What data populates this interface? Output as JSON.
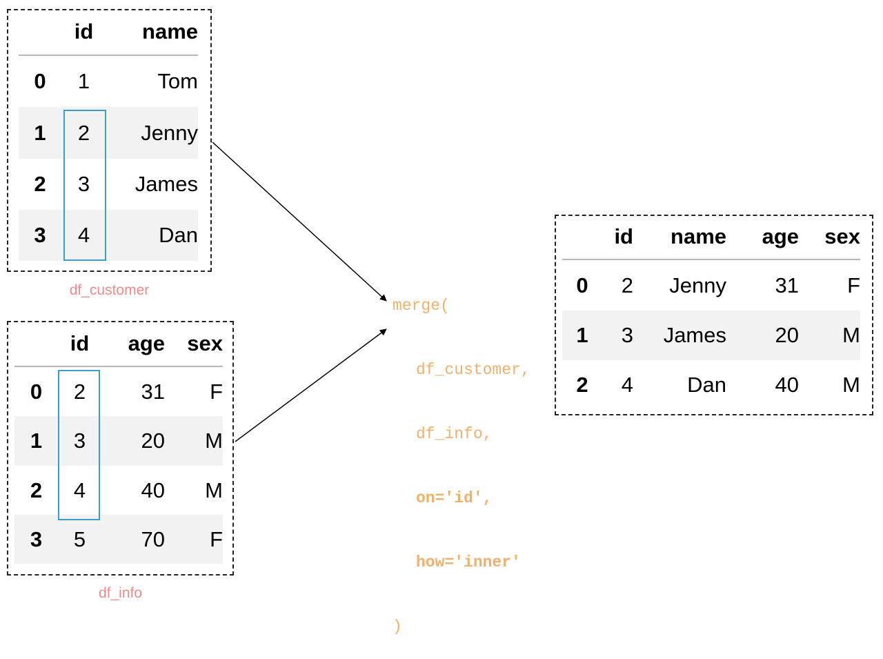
{
  "df_customer": {
    "caption": "df_customer",
    "columns": [
      "",
      "id",
      "name"
    ],
    "rows": [
      {
        "index": "0",
        "id": "1",
        "name": "Tom"
      },
      {
        "index": "1",
        "id": "2",
        "name": "Jenny"
      },
      {
        "index": "2",
        "id": "3",
        "name": "James"
      },
      {
        "index": "3",
        "id": "4",
        "name": "Dan"
      }
    ]
  },
  "df_info": {
    "caption": "df_info",
    "columns": [
      "",
      "id",
      "age",
      "sex"
    ],
    "rows": [
      {
        "index": "0",
        "id": "2",
        "age": "31",
        "sex": "F"
      },
      {
        "index": "1",
        "id": "3",
        "age": "20",
        "sex": "M"
      },
      {
        "index": "2",
        "id": "4",
        "age": "40",
        "sex": "M"
      },
      {
        "index": "3",
        "id": "5",
        "age": "70",
        "sex": "F"
      }
    ]
  },
  "merge_call": {
    "line1": "merge(",
    "line2": "df_customer,",
    "line3": "df_info,",
    "line4": "on='id',",
    "line5": "how='inner'",
    "line6": ")"
  },
  "result": {
    "columns": [
      "",
      "id",
      "name",
      "age",
      "sex"
    ],
    "rows": [
      {
        "index": "0",
        "id": "2",
        "name": "Jenny",
        "age": "31",
        "sex": "F"
      },
      {
        "index": "1",
        "id": "3",
        "name": "James",
        "age": "20",
        "sex": "M"
      },
      {
        "index": "2",
        "id": "4",
        "name": "Dan",
        "age": "40",
        "sex": "M"
      }
    ]
  },
  "colors": {
    "caption": "#f08a8a",
    "code": "#f2b06b",
    "key_highlight": "#3a9cc9",
    "stripe": "#f2f2f2"
  }
}
